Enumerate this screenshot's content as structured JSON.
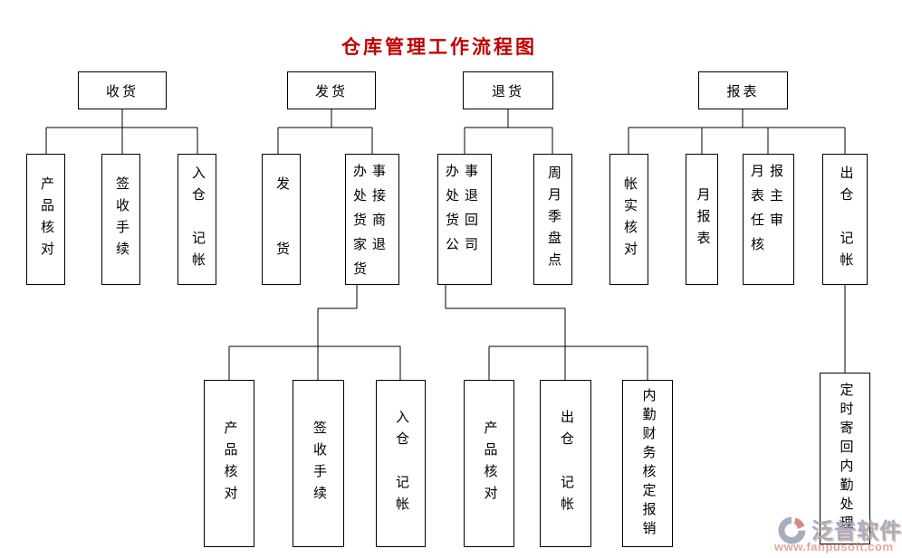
{
  "flow": {
    "title": "仓库管理工作流程图",
    "branches": [
      {
        "label": "收货",
        "children": [
          {
            "text": "产品核对"
          },
          {
            "text": "签收手续"
          },
          {
            "text": "入仓　记帐"
          }
        ]
      },
      {
        "label": "发货",
        "children": [
          {
            "text": "发　　货"
          },
          {
            "text": "办事处接货商家退货",
            "children": [
              {
                "text": "产品核对"
              },
              {
                "text": "签收手续"
              },
              {
                "text": "入仓　记帐"
              }
            ]
          }
        ]
      },
      {
        "label": "退货",
        "children": [
          {
            "text": "办事处退货回公司",
            "children": [
              {
                "text": "产品核对"
              },
              {
                "text": "出仓　记帐"
              },
              {
                "text": "内勤财务核定报销"
              }
            ]
          },
          {
            "text": "周月季盘点"
          }
        ]
      },
      {
        "label": "报表",
        "children": [
          {
            "text": "帐实核对"
          },
          {
            "text": "月报表"
          },
          {
            "text": "月报表主任审核"
          },
          {
            "text": "出仓　记帐",
            "children": [
              {
                "text": "定时寄回内勤处理"
              }
            ]
          }
        ]
      }
    ]
  },
  "watermark": {
    "brand": "泛普软件",
    "url": "www.fanpusoft.com",
    "logo_icon": "fanpu-swoosh-logo"
  },
  "colors": {
    "title": "#c00000",
    "line": "#000000",
    "wmBrand": "#949db0",
    "wmAccent": "#cf7166",
    "wmUrl": "#e0928b"
  }
}
